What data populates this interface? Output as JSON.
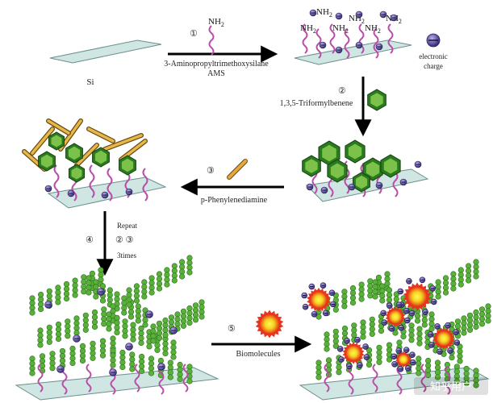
{
  "labels": {
    "si": "Si",
    "ams_name": "3-Aminopropyltrimethoxysilane",
    "ams_abbr": "AMS",
    "step1": "①",
    "step2": "②",
    "step3": "③",
    "step4": "④",
    "step5": "⑤",
    "nh2": "NH",
    "nh2_sub": "2",
    "electronic": "electronic",
    "charge": "charge",
    "triformyl": "1,3,5-Triformylbenene",
    "ppd": "p-Phenylenediamine",
    "repeat": "Repeat",
    "repeat_steps": "②  ③",
    "times": "3times",
    "biomolecules": "Biomolecules",
    "watermark": "知乎用户"
  },
  "colors": {
    "substrate": "#cfe6e3",
    "strand": "#b84ea8",
    "hexagon": "#2a7a1e",
    "hexagon_fill": "#7bc14a",
    "charge": "#5a4d9a",
    "linker": "#d89a2a",
    "framework": "#58b23a",
    "biomolecule_core": "#f6e12a",
    "biomolecule_ring": "#e8361e"
  }
}
